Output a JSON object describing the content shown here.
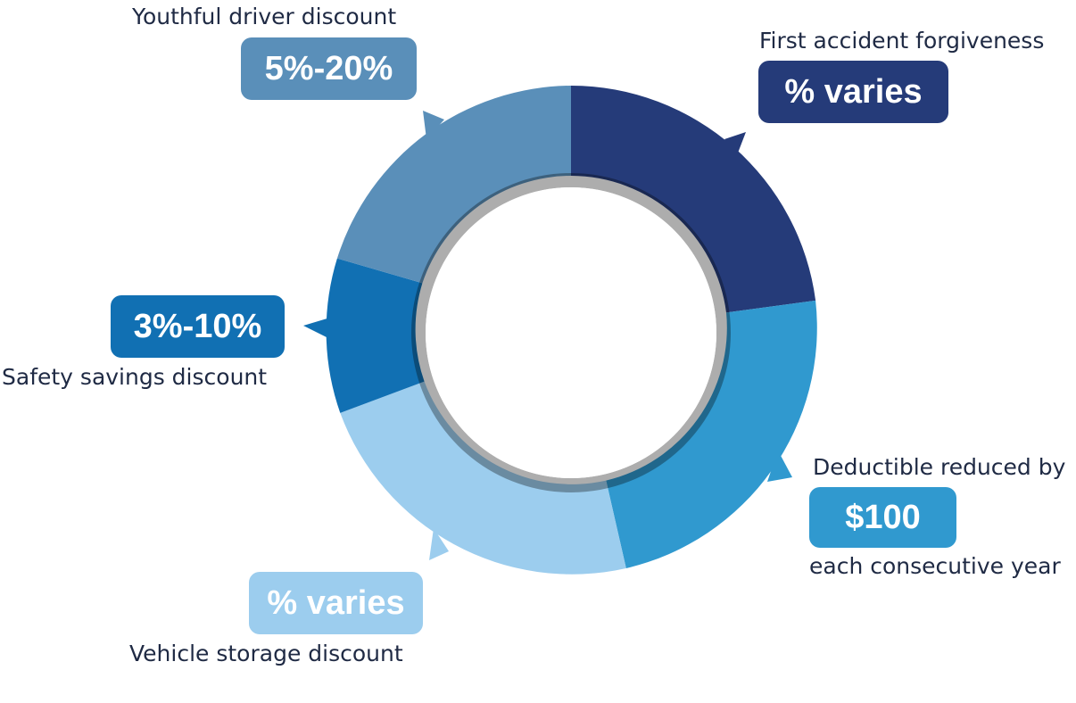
{
  "segments": [
    {
      "key": "first-accident",
      "label": "First accident forgiveness",
      "value": "% varies",
      "color": "#253b79"
    },
    {
      "key": "deductible",
      "label": "Deductible reduced by",
      "value": "$100",
      "sublabel": "each consecutive year",
      "color": "#3099cf"
    },
    {
      "key": "vehicle-storage",
      "label": "Vehicle storage discount",
      "value": "% varies",
      "color": "#9ccdee"
    },
    {
      "key": "safety-savings",
      "label": "Safety savings discount",
      "value": "3%-10%",
      "color": "#1170b3"
    },
    {
      "key": "youthful-driver",
      "label": "Youthful driver discount",
      "value": "5%-20%",
      "color": "#5a8fb9"
    }
  ]
}
